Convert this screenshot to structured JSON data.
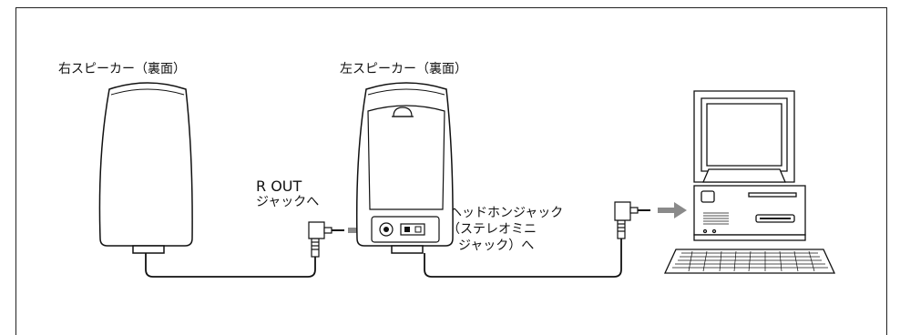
{
  "labels": {
    "right_speaker": "右スピーカー（裏面）",
    "left_speaker": "左スピーカー（裏面）",
    "rout_line1": "R OUT",
    "rout_line2": "ジャックへ",
    "headphone_line1": "ヘッドホンジャック",
    "headphone_line2": "（ステレオミニ",
    "headphone_line3": "ジャック）へ"
  },
  "colors": {
    "line": "#111111",
    "arrow": "#8a8a8a",
    "fill_light": "#ffffff",
    "fill_shade": "#d8d8d8"
  },
  "icons": [
    "right-speaker-icon",
    "left-speaker-icon",
    "stereo-mini-plug-icon",
    "connection-arrow-icon",
    "desktop-computer-icon"
  ]
}
